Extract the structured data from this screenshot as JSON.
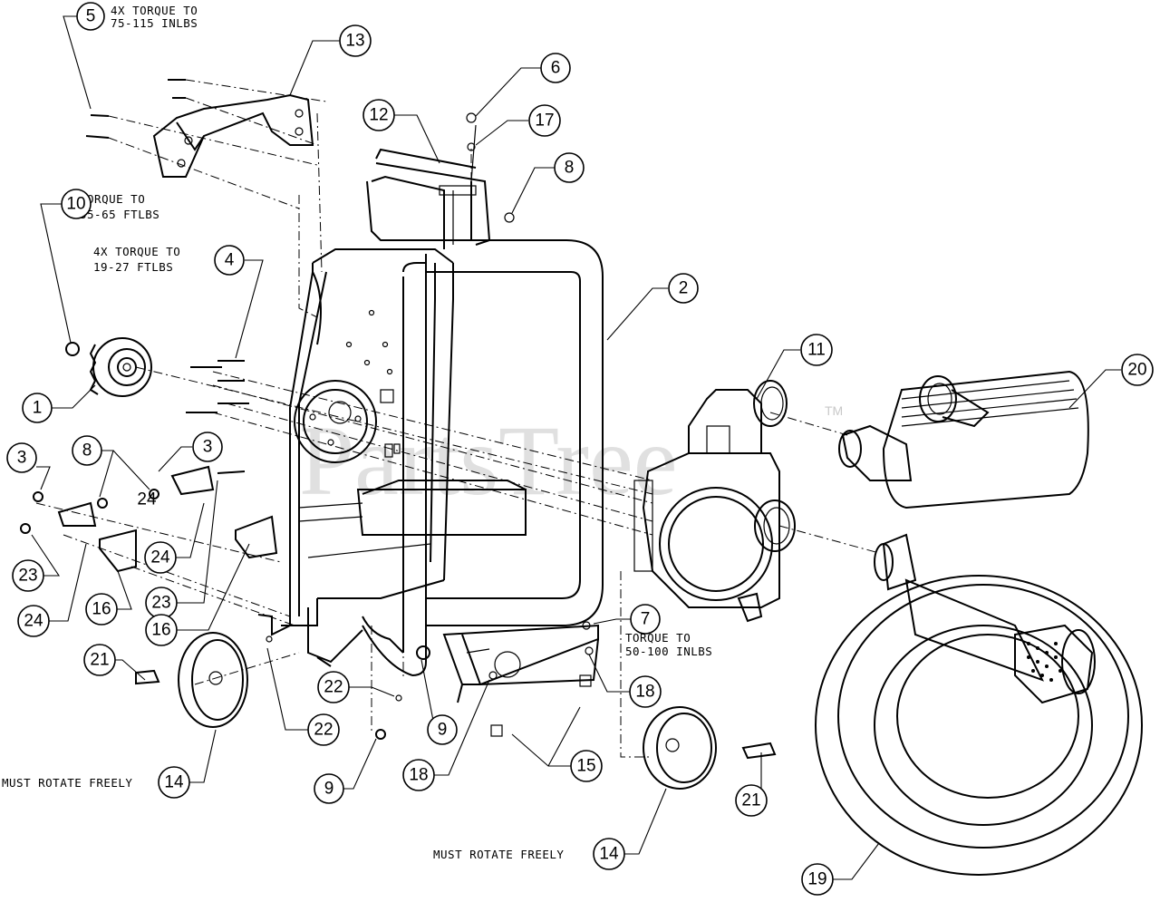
{
  "watermark": {
    "text": "PartsTree",
    "trademark": "TM"
  },
  "notes": {
    "n5": [
      "4X TORQUE TO",
      "75-115 INLBS"
    ],
    "n10": [
      "TORQUE TO",
      "55-65 FTLBS"
    ],
    "n4x": [
      "4X TORQUE TO",
      "19-27 FTLBS"
    ],
    "n7": [
      "TORQUE TO",
      "50-100 INLBS"
    ],
    "n14a": "MUST ROTATE FREELY",
    "n14b": "MUST ROTATE FREELY"
  },
  "callouts": {
    "c5": "5",
    "c13": "13",
    "c6": "6",
    "c12": "12",
    "c17": "17",
    "c8a": "8",
    "c10": "10",
    "c4": "4",
    "c2": "2",
    "c11": "11",
    "c20": "20",
    "c1": "1",
    "c3a": "3",
    "c8b": "8",
    "c3b": "3",
    "c24a": "24",
    "c24b": "24",
    "c24c": "24",
    "c23a": "23",
    "c23b": "23",
    "c16a": "16",
    "c16b": "16",
    "c7": "7",
    "c18a": "18",
    "c18b": "18",
    "c21a": "21",
    "c21b": "21",
    "c22a": "22",
    "c22b": "22",
    "c9a": "9",
    "c9b": "9",
    "c15": "15",
    "c14a": "14",
    "c14b": "14",
    "c19": "19"
  }
}
